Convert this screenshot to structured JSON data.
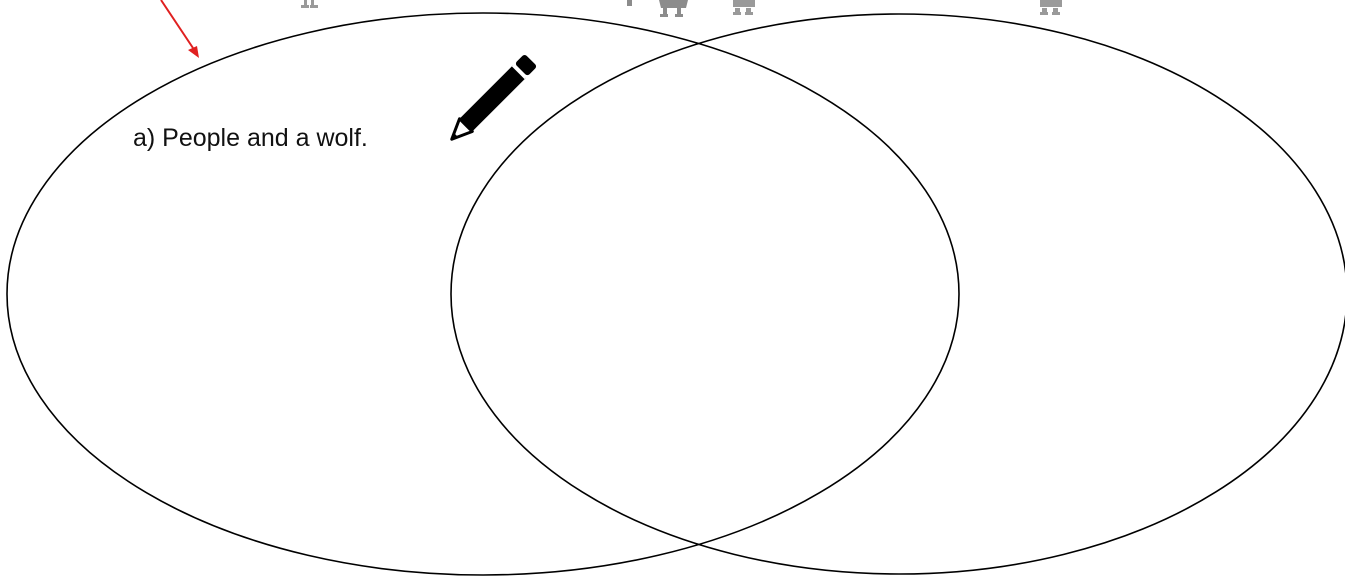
{
  "diagram": {
    "type": "venn",
    "circle_count": 2,
    "left_region_text": "a) People and a wolf."
  },
  "icons": {
    "pencil": "pencil-icon",
    "arrow": "arrow-icon",
    "figures": "figure-icon"
  },
  "colors": {
    "outline": "#000000",
    "arrow": "#e02020",
    "text": "#111111",
    "figures": "#9a9a9a"
  }
}
